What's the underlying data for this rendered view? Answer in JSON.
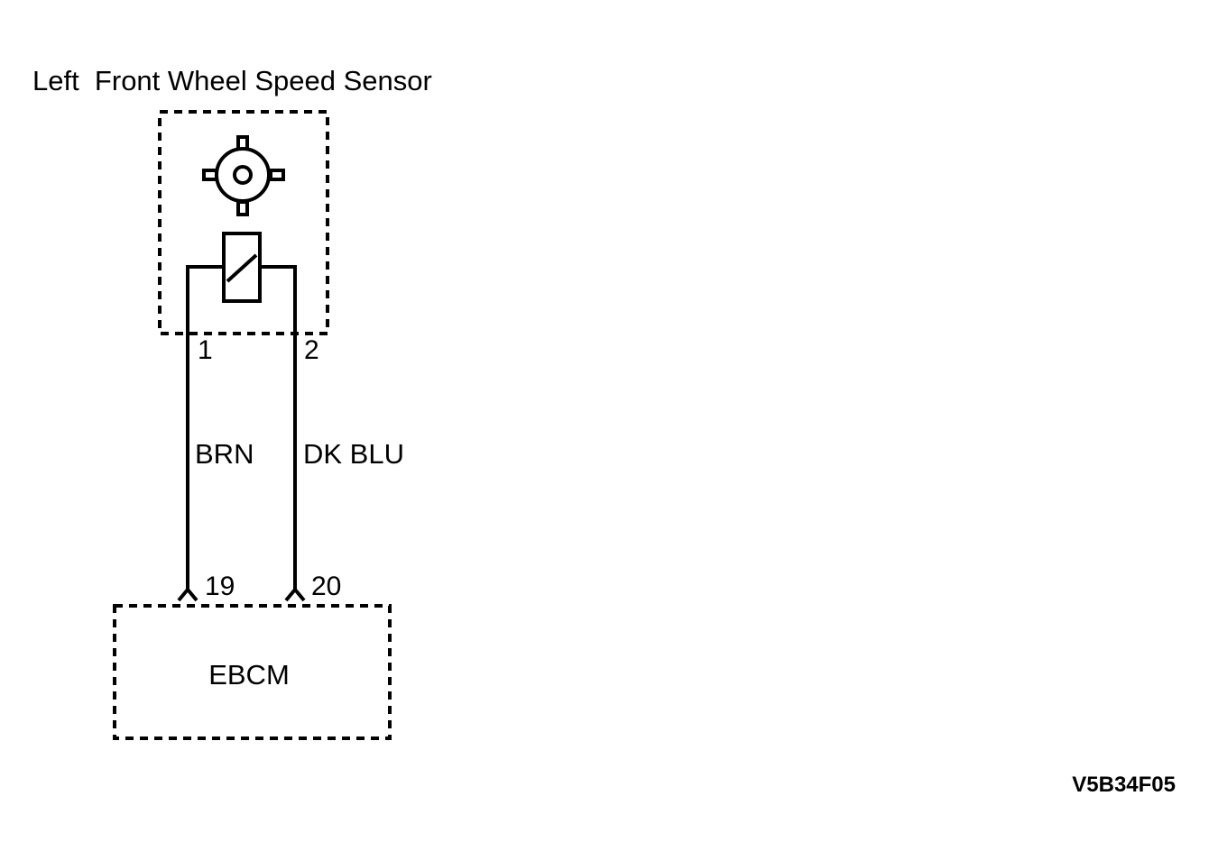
{
  "sensor": {
    "title": "Left  Front Wheel Speed Sensor",
    "pin_1": "1",
    "pin_2": "2"
  },
  "wires": {
    "wire_1_color": "BRN",
    "wire_2_color": "DK BLU"
  },
  "module": {
    "name": "EBCM",
    "pin_19": "19",
    "pin_20": "20"
  },
  "figure_code": "V5B34F05",
  "colors": {
    "line": "#000000",
    "background": "#ffffff"
  }
}
